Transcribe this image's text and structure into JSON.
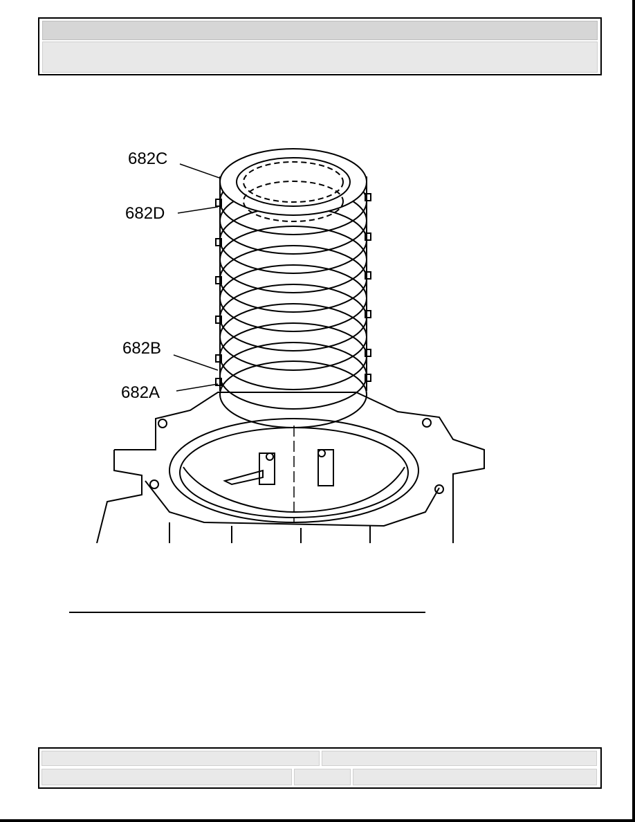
{
  "figure": {
    "callouts": [
      {
        "id": "682C",
        "label": "682C"
      },
      {
        "id": "682D",
        "label": "682D"
      },
      {
        "id": "682B",
        "label": "682B"
      },
      {
        "id": "682A",
        "label": "682A"
      }
    ]
  }
}
